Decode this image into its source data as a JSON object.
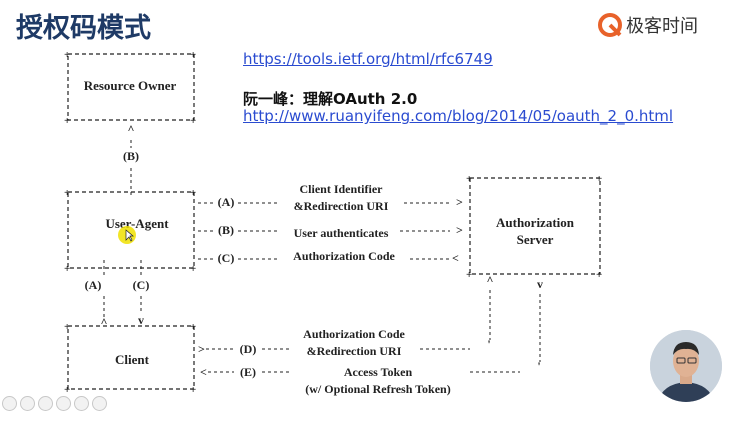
{
  "slide": {
    "title": "授权码模式",
    "brand": {
      "name": "极客时间",
      "icon": "geektime-logo-icon",
      "color": "#e8622a"
    }
  },
  "links": {
    "rfc_url": "https://tools.ietf.org/html/rfc6749",
    "article_title": "阮一峰：理解OAuth 2.0",
    "article_url": "http://www.ruanyifeng.com/blog/2014/05/oauth_2_0.html"
  },
  "diagram": {
    "resource_owner": "Resource Owner",
    "user_agent": "User-Agent",
    "client": "Client",
    "authorization_server_line1": "Authorization",
    "authorization_server_line2": "Server",
    "label_b_top": "(B)",
    "label_a_left": "(A)",
    "label_c_left": "(C)",
    "arrow_a": "(A)",
    "arrow_b": "(B)",
    "arrow_c": "(C)",
    "arrow_d": "(D)",
    "arrow_e": "(E)",
    "msg_client_identifier": "Client Identifier",
    "msg_redirection_uri_1": "&Redirection URI",
    "msg_user_authenticates": "User authenticates",
    "msg_authorization_code_1": "Authorization Code",
    "msg_authorization_code_2": "Authorization Code",
    "msg_redirection_uri_2": "&Redirection URI",
    "msg_access_token": "Access Token",
    "msg_refresh_token": "(w/ Optional Refresh Token)"
  }
}
